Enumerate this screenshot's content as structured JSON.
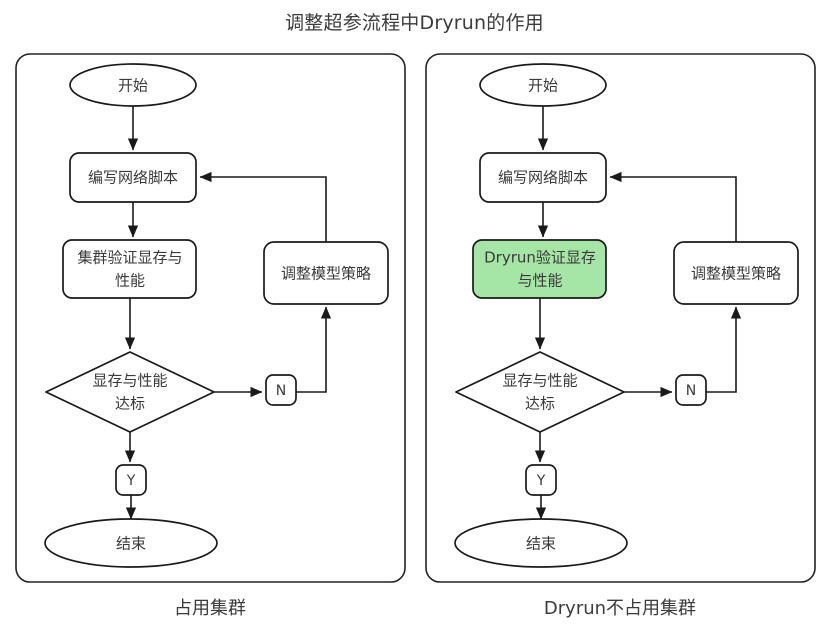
{
  "title": "调整超参流程中Dryrun的作用",
  "panels": [
    {
      "id": "left",
      "caption": "占用集群",
      "nodes": {
        "start": "开始",
        "script": "编写网络脚本",
        "validate_line1": "集群验证显存与",
        "validate_line2": "性能",
        "decision_line1": "显存与性能",
        "decision_line2": "达标",
        "adjust": "调整模型策略",
        "branch_no": "N",
        "branch_yes": "Y",
        "end": "结束"
      },
      "highlight": false
    },
    {
      "id": "right",
      "caption": "Dryrun不占用集群",
      "nodes": {
        "start": "开始",
        "script": "编写网络脚本",
        "validate_line1": "Dryrun验证显存",
        "validate_line2": "与性能",
        "decision_line1": "显存与性能",
        "decision_line2": "达标",
        "adjust": "调整模型策略",
        "branch_no": "N",
        "branch_yes": "Y",
        "end": "结束"
      },
      "highlight": true
    }
  ],
  "colors": {
    "highlight_fill": "#a5e6a7",
    "stroke": "#1a1a1a",
    "text": "#3a3a3a",
    "background": "#ffffff"
  }
}
